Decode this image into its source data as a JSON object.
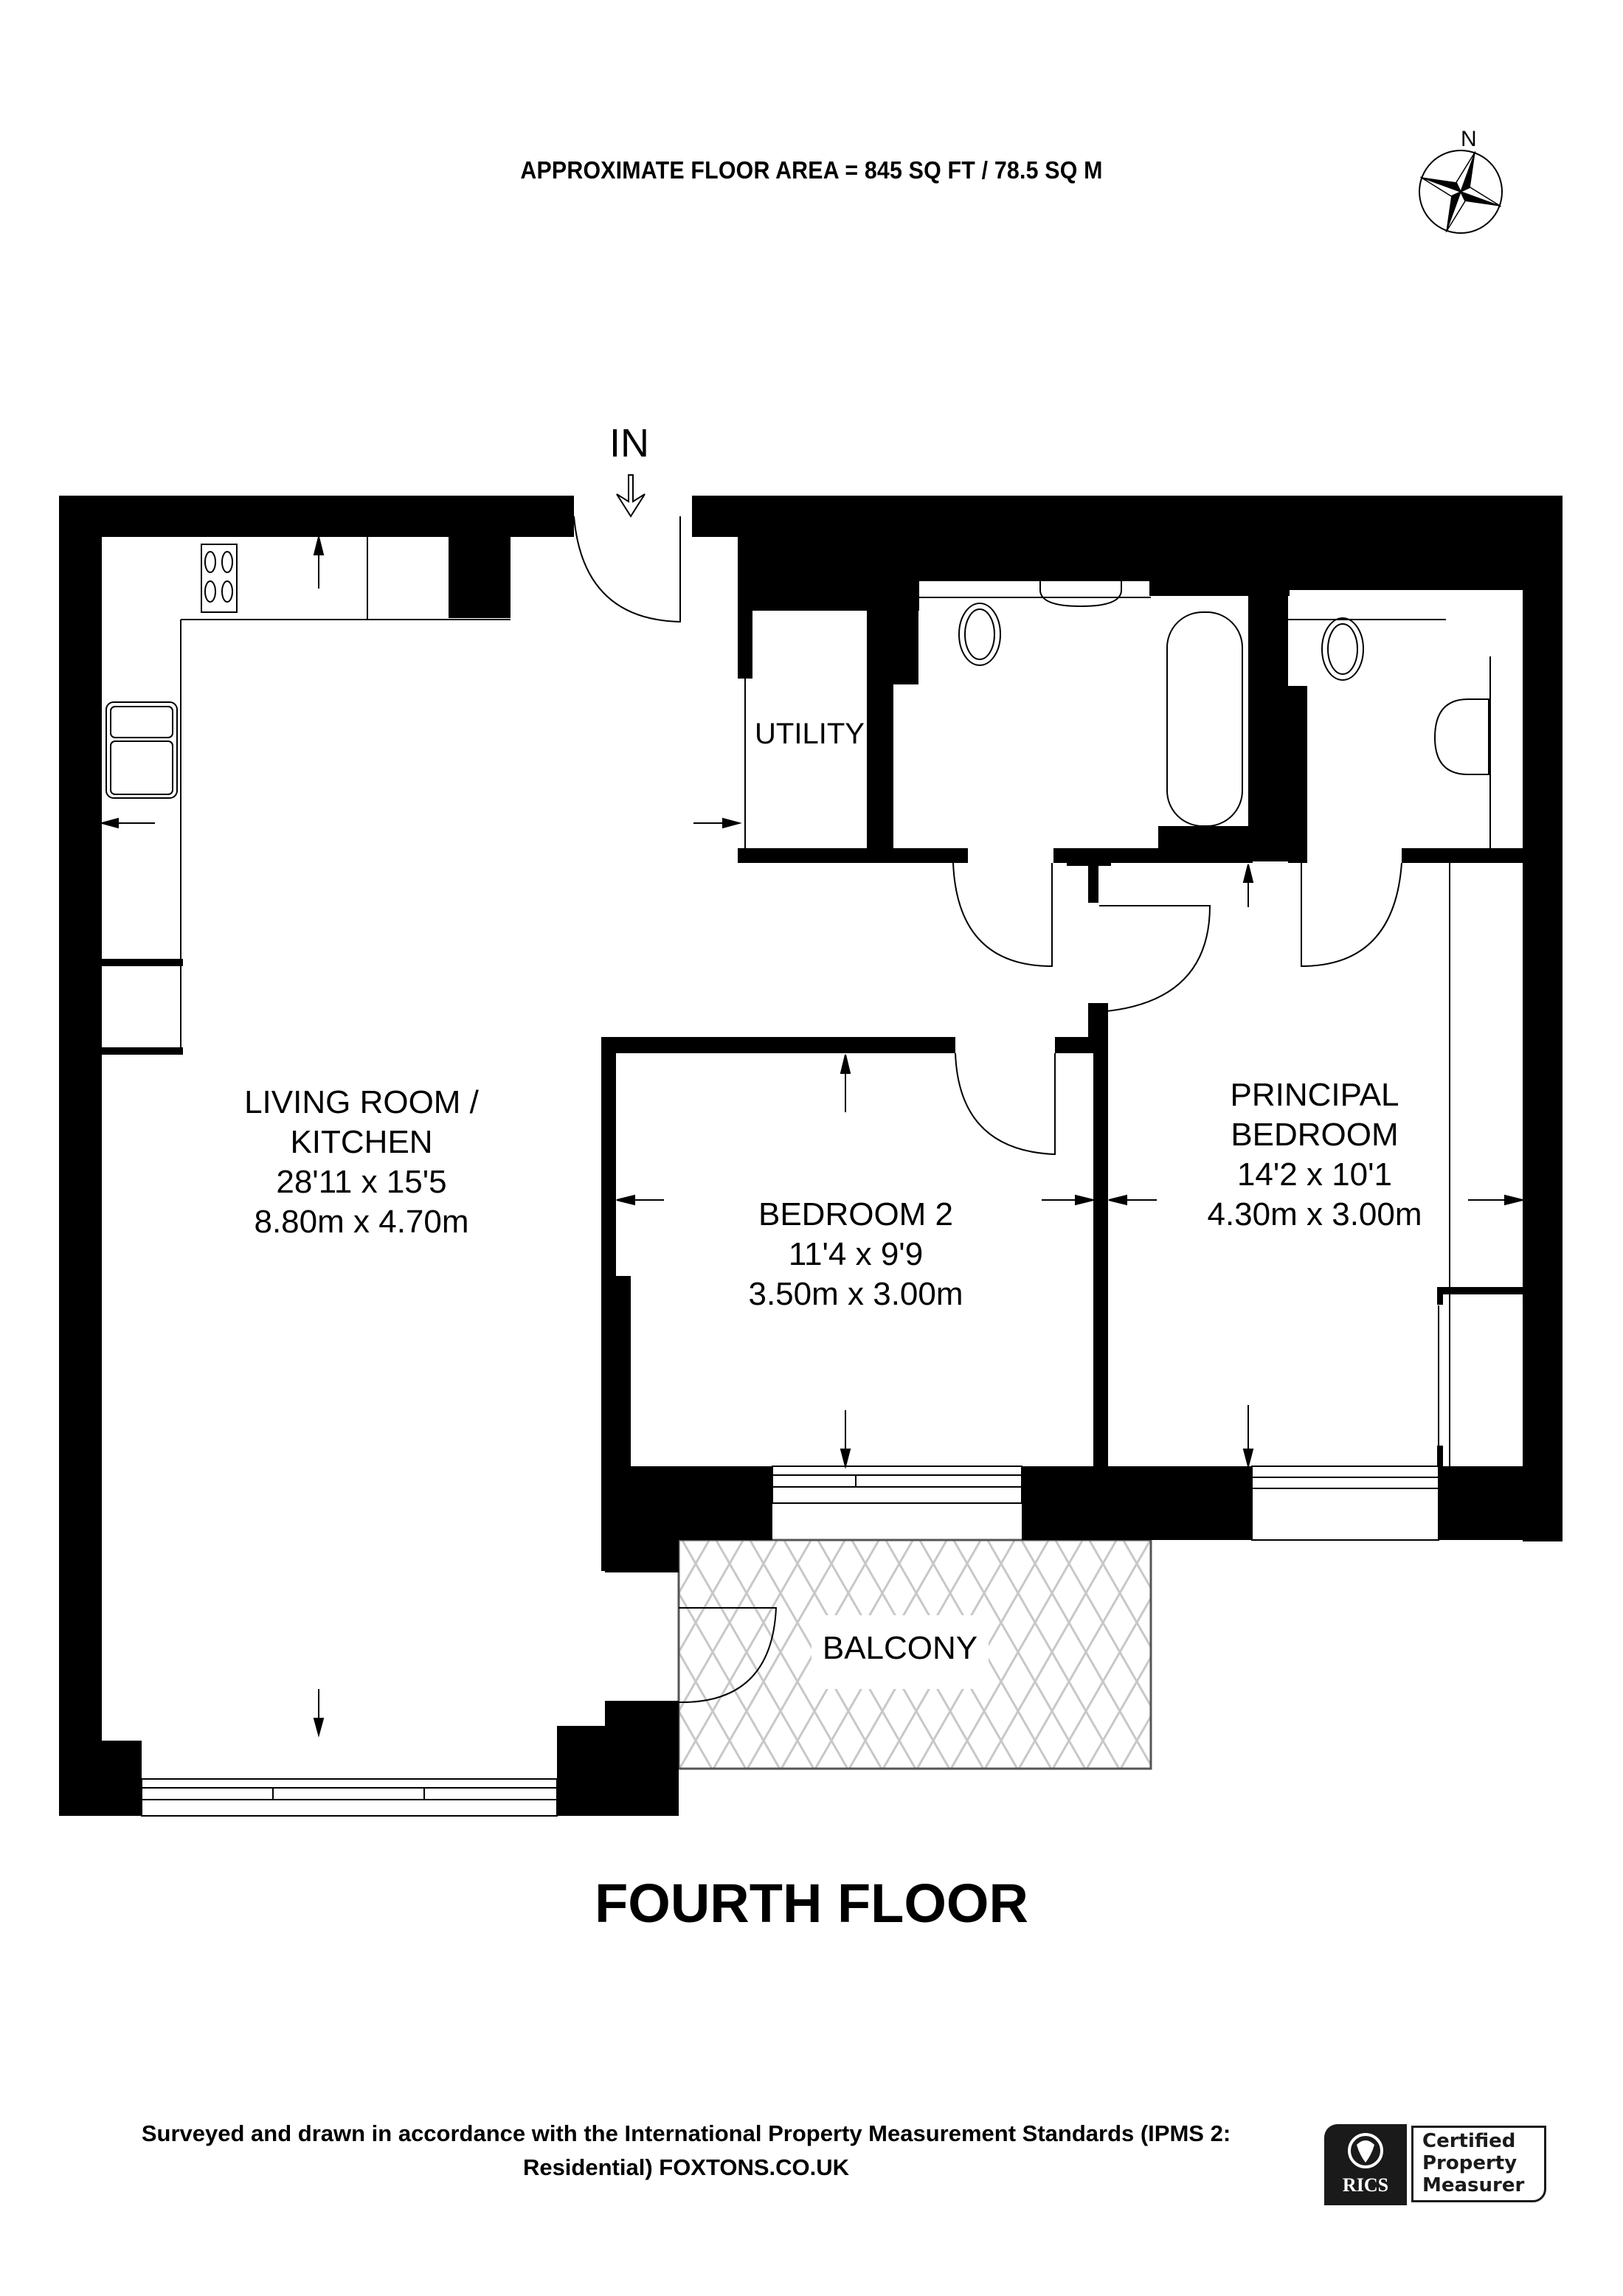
{
  "header": {
    "floor_area": "APPROXIMATE FLOOR AREA = 845 SQ FT / 78.5 SQ M"
  },
  "compass": {
    "north_label": "N",
    "icon": "compass-rose-icon"
  },
  "entrance": {
    "label": "IN",
    "icon": "entrance-arrow-icon"
  },
  "rooms": [
    {
      "name_lines": [
        "LIVING ROOM /",
        "KITCHEN"
      ],
      "imperial": "28'11 x 15'5",
      "metric": "8.80m x 4.70m"
    },
    {
      "name_lines": [
        "BEDROOM 2"
      ],
      "imperial": "11'4 x 9'9",
      "metric": "3.50m x 3.00m"
    },
    {
      "name_lines": [
        "PRINCIPAL",
        "BEDROOM"
      ],
      "imperial": "14'2 x 10'1",
      "metric": "4.30m x 3.00m"
    },
    {
      "name_lines": [
        "UTILITY"
      ]
    },
    {
      "name_lines": [
        "BALCONY"
      ]
    }
  ],
  "fixtures": [
    "hob-icon",
    "double-sink-icon",
    "toilet-icon",
    "basin-icon",
    "bathtub-icon"
  ],
  "floor": {
    "title": "FOURTH FLOOR"
  },
  "footer": {
    "line1": "Surveyed and drawn in accordance with the International Property Measurement Standards (IPMS 2:",
    "line2": "Residential) FOXTONS.CO.UK"
  },
  "badge": {
    "org": "RICS",
    "line1": "Certified",
    "line2": "Property",
    "line3": "Measurer"
  },
  "colors": {
    "wall": "#000000",
    "balcony_hatch": "#c8c8c8",
    "background": "#ffffff"
  }
}
